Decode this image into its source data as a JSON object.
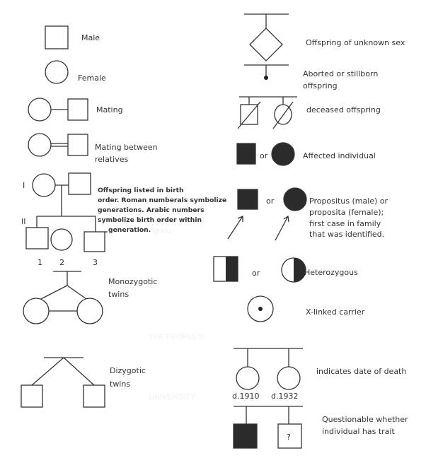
{
  "watermark": {
    "brand": "ignou",
    "line1": "THE PEOPLE'S",
    "line2": "UNIVERSITY"
  },
  "left": {
    "male": "Male",
    "female": "Female",
    "mating": "Mating",
    "relatives": [
      "Mating between",
      "relatives"
    ],
    "generation_labels": [
      "I",
      "II"
    ],
    "birth_order": [
      "1",
      "2",
      "3"
    ],
    "offspring_note": [
      "Offspring listed in birth",
      "order. Roman numberals symbolize",
      "generations. Arabic numbers",
      "symbolize birth order within",
      "generation."
    ],
    "monozygotic": [
      "Monozygotic",
      "twins"
    ],
    "dizygotic": [
      "Dizygotic",
      "twins"
    ]
  },
  "right": {
    "unknown_sex": "Offspring of unknown sex",
    "aborted": [
      "Aborted or stillborn",
      "offspring"
    ],
    "deceased": "deceased offspring",
    "or": "or",
    "affected": "Affected individual",
    "propositus": [
      "Propositus (male) or",
      "proposita (female);",
      "first case in family",
      "that was identified."
    ],
    "heterozygous": "Heterozygous",
    "x_linked": "X-linked carrier",
    "death_dates": [
      "d.1910",
      "d.1932"
    ],
    "death_label": "indicates date of death",
    "question_mark": "?",
    "questionable": [
      "Questionable whether",
      "individual has trait"
    ]
  }
}
